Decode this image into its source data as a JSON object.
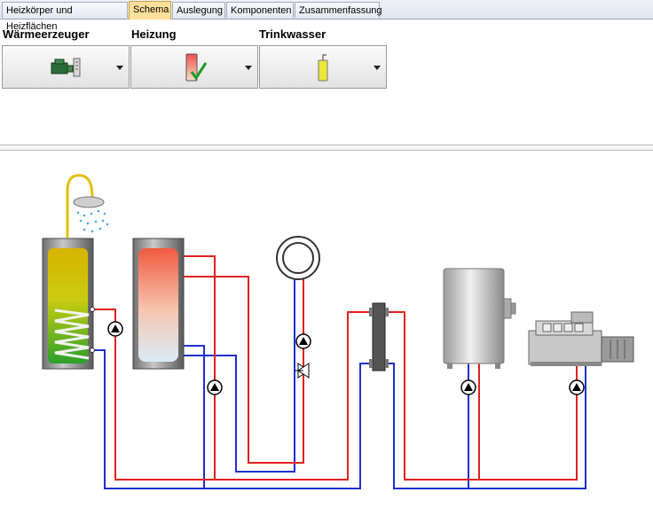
{
  "tabs": [
    {
      "label": "Heizkörper und Heizflächen",
      "active": false
    },
    {
      "label": "Schema",
      "active": true
    },
    {
      "label": "Auslegung",
      "active": false
    },
    {
      "label": "Komponenten",
      "active": false
    },
    {
      "label": "Zusammenfassung",
      "active": false
    }
  ],
  "groups": {
    "waermeerzeuger": {
      "title": "Wärmeerzeuger",
      "icon": "chp-engine-icon"
    },
    "heizung": {
      "title": "Heizung",
      "icon": "buffer-tank-check-icon"
    },
    "trinkwasser": {
      "title": "Trinkwasser",
      "icon": "dhw-tank-icon"
    }
  },
  "colors": {
    "supply": "#e0201e",
    "return": "#1f2fd0",
    "tab_active": "#fde09a"
  },
  "schema_components": [
    "shower-icon",
    "dhw-storage-tank",
    "buffer-storage-tank",
    "expansion-vessel",
    "hydraulic-separator",
    "boiler",
    "chp-unit",
    "circulation-pump",
    "three-way-valve"
  ]
}
